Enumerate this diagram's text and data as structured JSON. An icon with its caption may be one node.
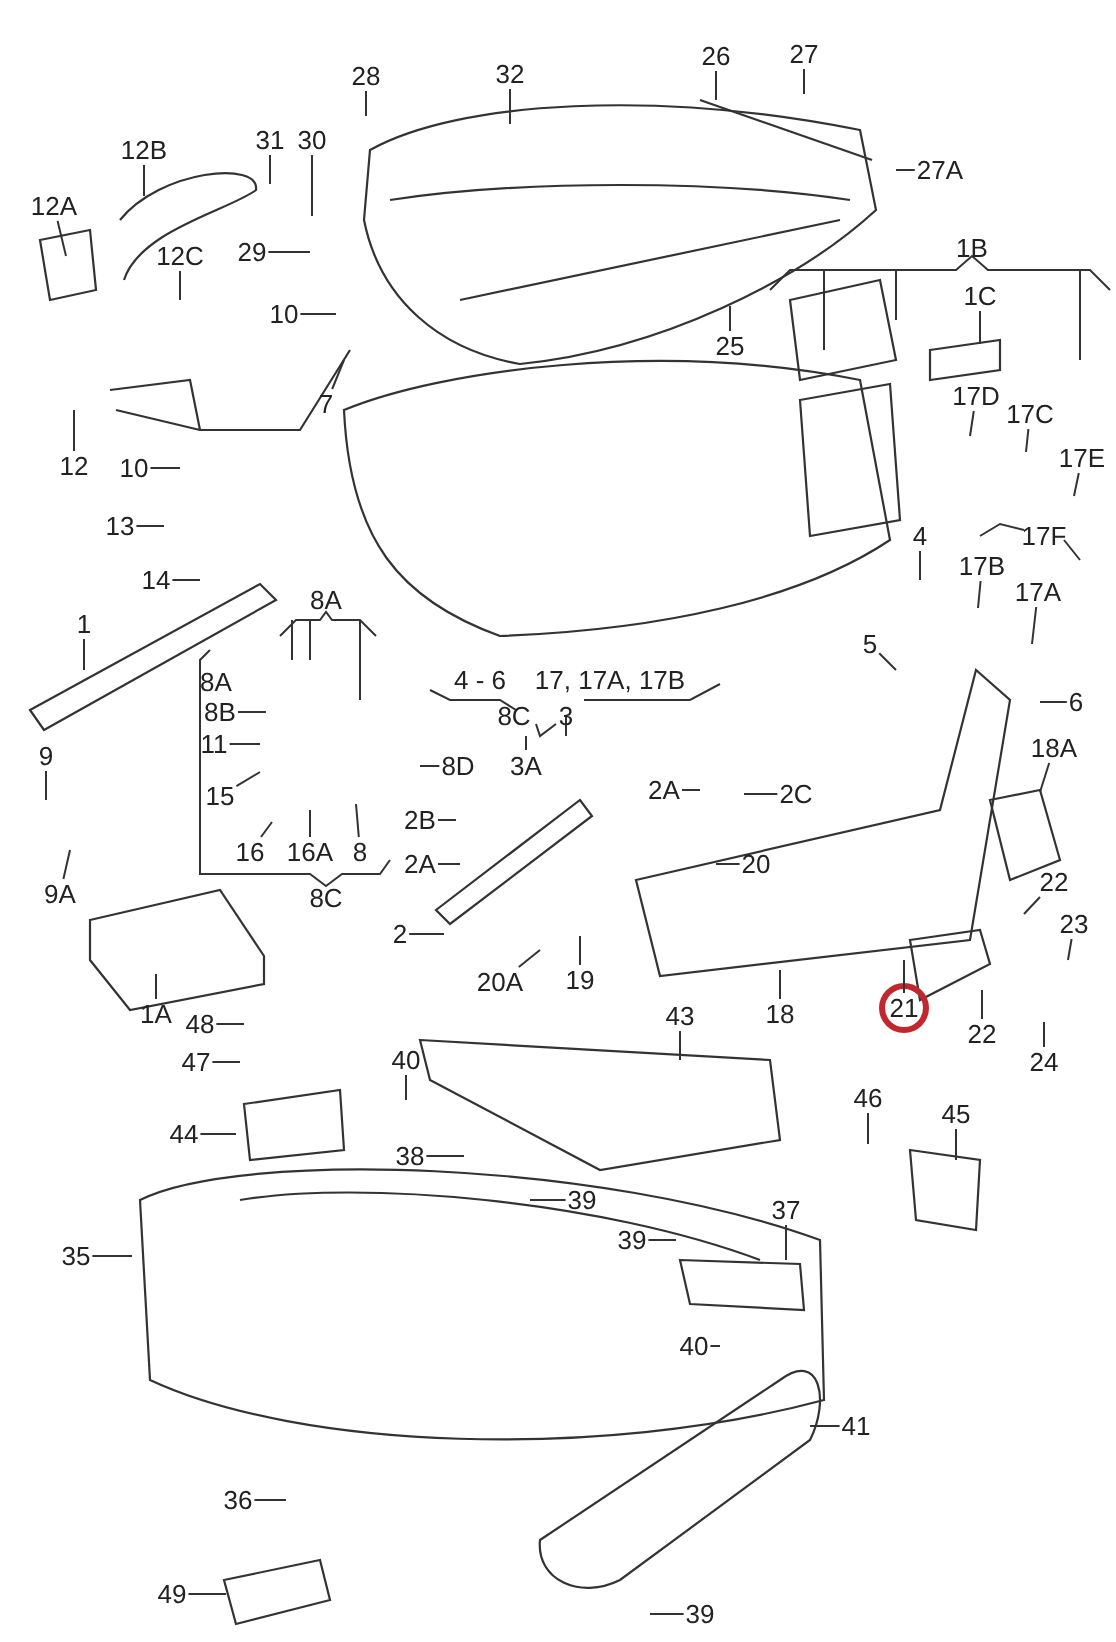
{
  "diagram": {
    "nodes": [
      {
        "text": [
          "28"
        ]
      },
      {
        "text": [
          "32"
        ]
      },
      {
        "text": [
          "26"
        ]
      },
      {
        "text": [
          "27"
        ]
      },
      {
        "text": [
          "12B"
        ]
      },
      {
        "text": [
          "31"
        ]
      },
      {
        "text": [
          "30"
        ]
      },
      {
        "text": [
          "27A"
        ]
      },
      {
        "text": [
          "12A"
        ]
      },
      {
        "text": [
          "29"
        ]
      },
      {
        "text": [
          "12C"
        ]
      },
      {
        "text": [
          "10"
        ]
      },
      {
        "text": [
          "1C"
        ]
      },
      {
        "text": [
          "25"
        ]
      },
      {
        "text": [
          "7"
        ]
      },
      {
        "text": [
          "17D"
        ]
      },
      {
        "text": [
          "17C"
        ]
      },
      {
        "text": [
          "17E"
        ]
      },
      {
        "text": [
          "12"
        ]
      },
      {
        "text": [
          "10"
        ]
      },
      {
        "text": [
          "13"
        ]
      },
      {
        "text": [
          "4"
        ]
      },
      {
        "text": [
          "17B"
        ]
      },
      {
        "text": [
          "14"
        ]
      },
      {
        "text": [
          "17A"
        ]
      },
      {
        "text": [
          "1"
        ]
      },
      {
        "text": [
          "5"
        ]
      },
      {
        "text": [
          "6"
        ]
      },
      {
        "text": [
          "8B"
        ]
      },
      {
        "text": [
          "11"
        ]
      },
      {
        "text": [
          "18A"
        ]
      },
      {
        "text": [
          "9"
        ]
      },
      {
        "text": [
          "8D"
        ]
      },
      {
        "text": [
          "2A"
        ]
      },
      {
        "text": [
          "2C"
        ]
      },
      {
        "text": [
          "15"
        ]
      },
      {
        "text": [
          "2B"
        ]
      },
      {
        "text": [
          "16"
        ]
      },
      {
        "text": [
          "16A"
        ]
      },
      {
        "text": [
          "8"
        ]
      },
      {
        "text": [
          "2A"
        ]
      },
      {
        "text": [
          "20"
        ]
      },
      {
        "text": [
          "22"
        ]
      },
      {
        "text": [
          "9A"
        ]
      },
      {
        "text": [
          "23"
        ]
      },
      {
        "text": [
          "2"
        ]
      },
      {
        "text": [
          "20A"
        ]
      },
      {
        "text": [
          "19"
        ]
      },
      {
        "text": [
          "1A"
        ]
      },
      {
        "text": [
          "18"
        ]
      },
      {
        "text": [
          "21"
        ]
      },
      {
        "text": [
          "43"
        ]
      },
      {
        "text": [
          "48"
        ]
      },
      {
        "text": [
          "22"
        ]
      },
      {
        "text": [
          "24"
        ]
      },
      {
        "text": [
          "47"
        ]
      },
      {
        "text": [
          "40"
        ]
      },
      {
        "text": [
          "46"
        ]
      },
      {
        "text": [
          "45"
        ]
      },
      {
        "text": [
          "44"
        ]
      },
      {
        "text": [
          "38"
        ]
      },
      {
        "text": [
          "39"
        ]
      },
      {
        "text": [
          "37"
        ]
      },
      {
        "text": [
          "39"
        ]
      },
      {
        "text": [
          "35"
        ]
      },
      {
        "text": [
          "40"
        ]
      },
      {
        "text": [
          "41"
        ]
      },
      {
        "text": [
          "36"
        ]
      },
      {
        "text": [
          "49"
        ]
      },
      {
        "text": [
          "39"
        ]
      }
    ],
    "edges": [
      {
        "from": 0,
        "to": null,
        "arrow": "none"
      },
      {
        "from": 1,
        "to": null,
        "arrow": "none"
      },
      {
        "from": 2,
        "to": null,
        "arrow": "none"
      },
      {
        "from": 3,
        "to": null,
        "arrow": "none"
      },
      {
        "from": 4,
        "to": null,
        "arrow": "none"
      },
      {
        "from": 5,
        "to": null,
        "arrow": "none"
      },
      {
        "from": 6,
        "to": null,
        "arrow": "none"
      },
      {
        "from": 7,
        "to": null,
        "arrow": "none"
      },
      {
        "from": 8,
        "to": null,
        "arrow": "none"
      },
      {
        "from": 9,
        "to": null,
        "arrow": "none"
      },
      {
        "from": 10,
        "to": null,
        "arrow": "none"
      },
      {
        "from": 11,
        "to": null,
        "arrow": "none"
      },
      {
        "from": 12,
        "to": null,
        "arrow": "none"
      },
      {
        "from": 13,
        "to": null,
        "arrow": "none"
      },
      {
        "from": 14,
        "to": null,
        "arrow": "none"
      },
      {
        "from": 15,
        "to": null,
        "arrow": "none"
      },
      {
        "from": 16,
        "to": null,
        "arrow": "none"
      },
      {
        "from": 17,
        "to": null,
        "arrow": "none"
      },
      {
        "from": 18,
        "to": null,
        "arrow": "none"
      },
      {
        "from": 19,
        "to": null,
        "arrow": "none"
      },
      {
        "from": 20,
        "to": null,
        "arrow": "none"
      },
      {
        "from": 21,
        "to": null,
        "arrow": "none"
      },
      {
        "from": 22,
        "to": null,
        "arrow": "none"
      },
      {
        "from": 23,
        "to": null,
        "arrow": "none"
      },
      {
        "from": 24,
        "to": null,
        "arrow": "none"
      },
      {
        "from": 25,
        "to": null,
        "arrow": "none"
      },
      {
        "from": 26,
        "to": null,
        "arrow": "none"
      },
      {
        "from": 27,
        "to": null,
        "arrow": "none"
      },
      {
        "from": 28,
        "to": null,
        "arrow": "none"
      },
      {
        "from": 29,
        "to": null,
        "arrow": "none"
      },
      {
        "from": 30,
        "to": null,
        "arrow": "none"
      },
      {
        "from": 31,
        "to": null,
        "arrow": "none"
      },
      {
        "from": 32,
        "to": null,
        "arrow": "none"
      },
      {
        "from": 33,
        "to": null,
        "arrow": "none"
      },
      {
        "from": 34,
        "to": null,
        "arrow": "none"
      },
      {
        "from": 35,
        "to": null,
        "arrow": "none"
      },
      {
        "from": 36,
        "to": null,
        "arrow": "none"
      },
      {
        "from": 37,
        "to": null,
        "arrow": "none"
      },
      {
        "from": 38,
        "to": null,
        "arrow": "none"
      },
      {
        "from": 39,
        "to": null,
        "arrow": "none"
      },
      {
        "from": 40,
        "to": null,
        "arrow": "none"
      },
      {
        "from": 41,
        "to": null,
        "arrow": "none"
      },
      {
        "from": 42,
        "to": null,
        "arrow": "none"
      },
      {
        "from": 43,
        "to": null,
        "arrow": "none"
      },
      {
        "from": 44,
        "to": null,
        "arrow": "none"
      },
      {
        "from": 45,
        "to": null,
        "arrow": "none"
      },
      {
        "from": 46,
        "to": null,
        "arrow": "none"
      },
      {
        "from": 47,
        "to": null,
        "arrow": "none"
      },
      {
        "from": 48,
        "to": null,
        "arrow": "none"
      },
      {
        "from": 49,
        "to": null,
        "arrow": "none"
      },
      {
        "from": 50,
        "to": null,
        "arrow": "none"
      },
      {
        "from": 51,
        "to": null,
        "arrow": "none"
      },
      {
        "from": 52,
        "to": null,
        "arrow": "none"
      },
      {
        "from": 53,
        "to": null,
        "arrow": "none"
      },
      {
        "from": 54,
        "to": null,
        "arrow": "none"
      },
      {
        "from": 55,
        "to": null,
        "arrow": "none"
      },
      {
        "from": 56,
        "to": null,
        "arrow": "none"
      },
      {
        "from": 57,
        "to": null,
        "arrow": "none"
      },
      {
        "from": 58,
        "to": null,
        "arrow": "none"
      },
      {
        "from": 59,
        "to": null,
        "arrow": "none"
      },
      {
        "from": 60,
        "to": null,
        "arrow": "none"
      },
      {
        "from": 61,
        "to": null,
        "arrow": "none"
      },
      {
        "from": 62,
        "to": null,
        "arrow": "none"
      },
      {
        "from": 63,
        "to": null,
        "arrow": "none"
      },
      {
        "from": 64,
        "to": null,
        "arrow": "none"
      },
      {
        "from": 65,
        "to": null,
        "arrow": "none"
      },
      {
        "from": 66,
        "to": null,
        "arrow": "none"
      },
      {
        "from": 67,
        "to": null,
        "arrow": "none"
      },
      {
        "from": 68,
        "to": null,
        "arrow": "none"
      },
      {
        "from": 69,
        "to": null,
        "arrow": "none"
      }
    ],
    "labels": [
      "1B",
      "8A",
      "17F",
      "8A",
      "4 - 6",
      "17, 17A, 17B",
      "8C",
      "3",
      "3A",
      "8C"
    ]
  }
}
